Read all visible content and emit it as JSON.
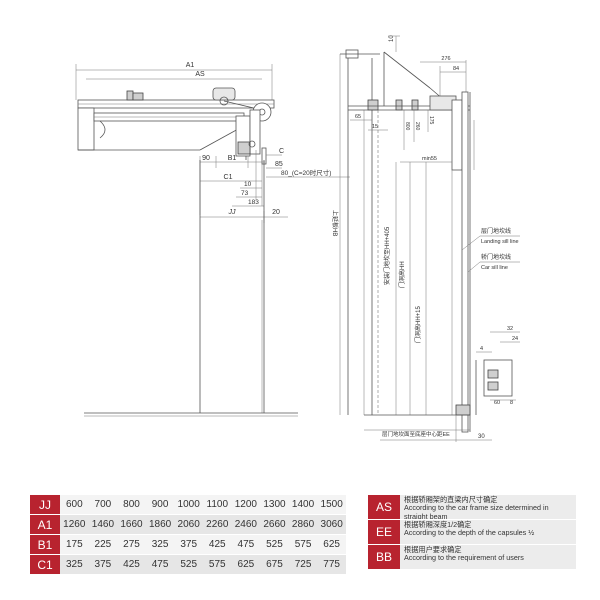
{
  "front_view": {
    "labels": {
      "a1": "A1",
      "as": "AS",
      "d90": "90",
      "b1": "B1",
      "c": "C",
      "d85": "85",
      "c_note": "80_(C=20时尺寸)",
      "c1": "C1",
      "d10": "10",
      "d73": "73",
      "d183": "183",
      "jj": "JJ",
      "d20": "20"
    }
  },
  "side_view": {
    "labels": {
      "top_small": "10",
      "d276": "276",
      "d84": "84",
      "d65": "65",
      "d15": "15",
      "d800": "800",
      "d260": "260",
      "d175": "175",
      "min55": "min55",
      "hb": "上延板HB",
      "hh405": "安装门地坎至HH+405",
      "hh": "门洞高HH",
      "hh15": "门洞高HH+15",
      "landing_cn": "层门地坎线",
      "landing_en": "Landing sill line",
      "car_cn": "轿门地坎线",
      "car_en": "Car sill line",
      "d32": "32",
      "d24": "24",
      "d4": "4",
      "d60": "60",
      "d8": "8",
      "bottom_note": "层门地坎面至底座中心距EE",
      "d30": "30"
    }
  },
  "spec_table": {
    "rows": [
      {
        "code": "JJ",
        "values": [
          "600",
          "700",
          "800",
          "900",
          "1000",
          "1100",
          "1200",
          "1300",
          "1400",
          "1500"
        ]
      },
      {
        "code": "A1",
        "values": [
          "1260",
          "1460",
          "1660",
          "1860",
          "2060",
          "2260",
          "2460",
          "2660",
          "2860",
          "3060"
        ]
      },
      {
        "code": "B1",
        "values": [
          "175",
          "225",
          "275",
          "325",
          "375",
          "425",
          "475",
          "525",
          "575",
          "625"
        ]
      },
      {
        "code": "C1",
        "values": [
          "325",
          "375",
          "425",
          "475",
          "525",
          "575",
          "625",
          "675",
          "725",
          "775"
        ]
      }
    ]
  },
  "legend": [
    {
      "code": "AS",
      "cn": "根据轿厢架的直梁内尺寸确定",
      "en": "According to the car frame size determined in straight beam"
    },
    {
      "code": "EE",
      "cn": "根据轿厢深度1/2确定",
      "en": "According to the depth of the capsules ½"
    },
    {
      "code": "BB",
      "cn": "根据用户要求确定",
      "en": "According to the requirement of users"
    }
  ],
  "colors": {
    "accent": "#b8232f",
    "row_light": "#f4f4f4",
    "row_dark": "#e6e6e6",
    "line": "#555555"
  }
}
